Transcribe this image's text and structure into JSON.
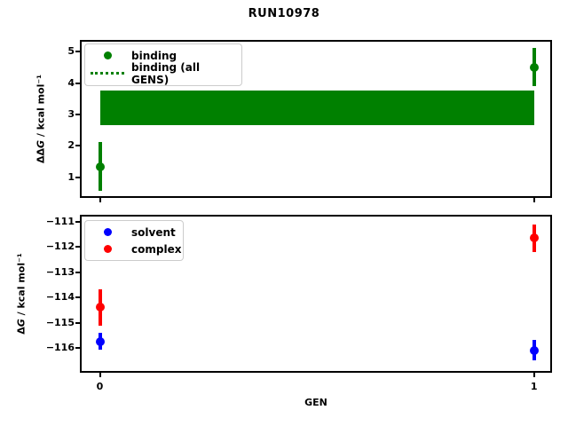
{
  "title": "RUN10978",
  "colors": {
    "binding": "#008000",
    "solvent": "#0000ff",
    "complex": "#ff0000",
    "band": "#008000",
    "axes_frame": "#000000",
    "legend_border": "#cccccc",
    "background": "#ffffff"
  },
  "chart_data": [
    {
      "type": "scatter",
      "subplot": "top",
      "ylabel": "ΔΔG / kcal mol⁻¹",
      "ylabel_parts": {
        "pre": "ΔΔ",
        "italic": "G",
        "post": " / kcal mol⁻¹"
      },
      "xlabel": "",
      "xlim": [
        -0.046,
        1.0416
      ],
      "ylim": [
        0.35,
        5.37
      ],
      "yticks": [
        1,
        2,
        3,
        4,
        5
      ],
      "xticks": [
        0,
        1
      ],
      "show_xticklabels": false,
      "grid": false,
      "legend_position": "upper left",
      "series": [
        {
          "name": "binding",
          "color": "#008000",
          "marker": "circle",
          "x": [
            0,
            1
          ],
          "y": [
            1.35,
            4.5
          ],
          "yerr": [
            0.78,
            0.61
          ]
        }
      ],
      "band": {
        "name": "binding (all GENS)",
        "color": "#008000",
        "style": "dotted-line-legend",
        "x_min": 0,
        "x_max": 1,
        "y_min": 2.66,
        "y_max": 3.76
      }
    },
    {
      "type": "scatter",
      "subplot": "bottom",
      "ylabel": "ΔG / kcal mol⁻¹",
      "ylabel_parts": {
        "pre": "Δ",
        "italic": "G",
        "post": " / kcal mol⁻¹"
      },
      "xlabel": "GEN",
      "xlim": [
        -0.046,
        1.0416
      ],
      "ylim": [
        -116.99,
        -110.72
      ],
      "yticks": [
        -111,
        -112,
        -113,
        -114,
        -115,
        -116
      ],
      "xticks": [
        0,
        1
      ],
      "xticklabels": [
        "0",
        "1"
      ],
      "show_xticklabels": true,
      "grid": false,
      "legend_position": "upper left",
      "series": [
        {
          "name": "solvent",
          "color": "#0000ff",
          "marker": "circle",
          "x": [
            0,
            1
          ],
          "y": [
            -115.75,
            -116.1
          ],
          "yerr": [
            0.33,
            0.4
          ]
        },
        {
          "name": "complex",
          "color": "#ff0000",
          "marker": "circle",
          "x": [
            0,
            1
          ],
          "y": [
            -114.4,
            -111.65
          ],
          "yerr": [
            0.72,
            0.55
          ]
        }
      ]
    }
  ]
}
